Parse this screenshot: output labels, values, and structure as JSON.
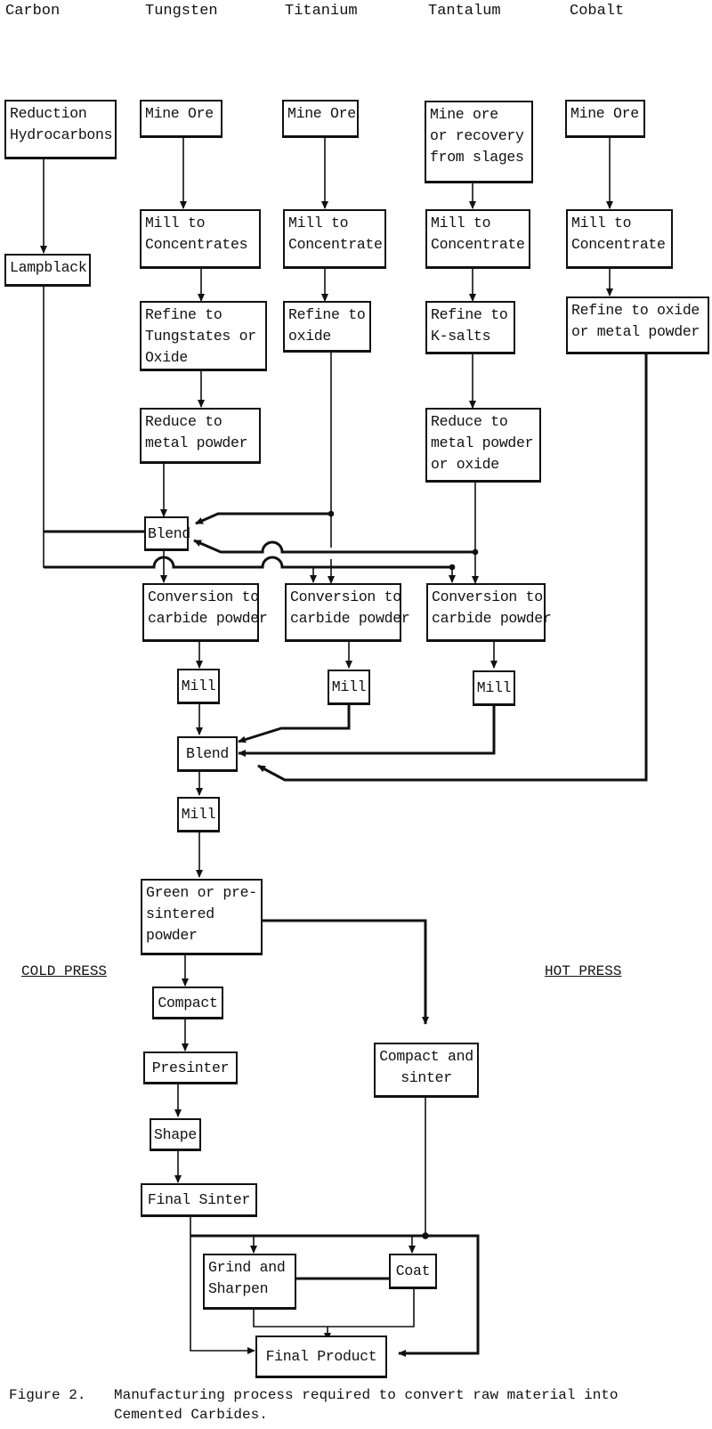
{
  "columns": [
    "Carbon",
    "Tungsten",
    "Titanium",
    "Tantalum",
    "Cobalt"
  ],
  "boxes": {
    "carbon_reduction": "Reduction\nHydrocarbons",
    "lampblack": "Lampblack",
    "w_mine": "Mine Ore",
    "w_mill": "Mill to\nConcentrates",
    "w_refine": "Refine to\nTungstates or\nOxide",
    "w_reduce": "Reduce to\nmetal powder",
    "ti_mine": "Mine Ore",
    "ti_mill": "Mill to\nConcentrate",
    "ti_refine": "Refine to\noxide",
    "ta_mine": "Mine ore\nor recovery\nfrom slages",
    "ta_mill": "Mill to\nConcentrate",
    "ta_refine": "Refine to\nK-salts",
    "ta_reduce": "Reduce to\nmetal powder\nor oxide",
    "co_mine": "Mine Ore",
    "co_mill": "Mill to\nConcentrate",
    "co_refine": "Refine to oxide\nor metal powder",
    "blend1": "Blend",
    "conv1": "Conversion to\ncarbide powder",
    "conv2": "Conversion to\ncarbide powder",
    "conv3": "Conversion to\ncarbide powder",
    "mill1": "Mill",
    "mill2": "Mill",
    "mill3": "Mill",
    "blend2": "Blend",
    "mill4": "Mill",
    "green": "Green or pre-\nsintered\npowder",
    "compact": "Compact",
    "presinter": "Presinter",
    "shape": "Shape",
    "final_sinter": "Final Sinter",
    "compact_sinter": "Compact and\nsinter",
    "grind": "Grind and\nSharpen",
    "coat": "Coat",
    "final_product": "Final Product"
  },
  "labels": {
    "cold_press": "COLD PRESS",
    "hot_press": "HOT PRESS"
  },
  "caption": {
    "figure": "Figure 2.",
    "text": "Manufacturing process required to convert raw material into\nCemented Carbides."
  }
}
